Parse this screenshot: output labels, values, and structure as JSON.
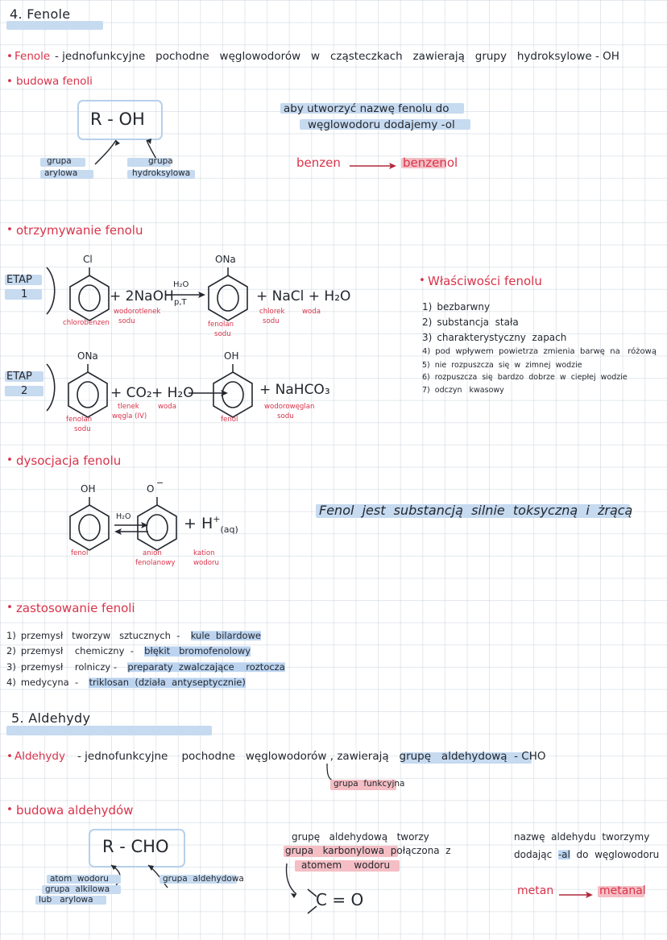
{
  "page": {
    "section4": {
      "heading": "4. Fenole",
      "definition_label": "Fenole",
      "definition_text": "- jednofunkcyjne   pochodne   węglowodorów   w   cząsteczkach   zawierają   grupy   hydroksylowe - OH",
      "structure_heading": "budowa fenoli",
      "formula": "R - OH",
      "label_left_line1": "grupa",
      "label_left_line2": "arylowa",
      "label_right_line1": "grupa",
      "label_right_line2": "hydroksylowa",
      "naming_note_line1": "aby utworzyć nazwę fenolu do",
      "naming_note_line2": "węglowodoru dodajemy -ol",
      "naming_example_from": "benzen",
      "naming_example_to": "benzenol"
    },
    "preparation": {
      "heading": "otrzymywanie fenolu",
      "stage1": {
        "label_line1": "ETAP",
        "label_line2": "1",
        "ring1_top": "Cl",
        "ring1_caption": "chlorobenzen",
        "reagent": "+ 2NaOH",
        "reagent_caption_line1": "wodorotlenek",
        "reagent_caption_line2": "sodu",
        "arrow_top": "H₂O",
        "arrow_bottom": "p,T",
        "ring2_top": "ONa",
        "ring2_caption_line1": "fenolan",
        "ring2_caption_line2": "sodu",
        "products": "+ NaCl + H₂O",
        "product1_caption_line1": "chlorek",
        "product1_caption_line2": "sodu",
        "product2_caption": "woda"
      },
      "stage2": {
        "label_line1": "ETAP",
        "label_line2": "2",
        "ring1_top": "ONa",
        "ring1_caption_line1": "fenolan",
        "ring1_caption_line2": "sodu",
        "reagent1": "+ CO₂",
        "reagent1_caption_line1": "tlenek",
        "reagent1_caption_line2": "węgla (IV)",
        "reagent2": "+ H₂O",
        "reagent2_caption": "woda",
        "ring2_top": "OH",
        "ring2_caption": "fenol",
        "product": "+ NaHCO₃",
        "product_caption_line1": "wodorowęglan",
        "product_caption_line2": "sodu"
      }
    },
    "properties": {
      "heading": "Właściwości fenolu",
      "items": [
        {
          "num": "1)",
          "text": "bezbarwny"
        },
        {
          "num": "2)",
          "text": "substancja  stała"
        },
        {
          "num": "3)",
          "text": "charakterystyczny  zapach"
        },
        {
          "num": "4)",
          "text": "pod  wpływem  powietrza  zmienia  barwę  na   różową"
        },
        {
          "num": "5)",
          "text": "nie  rozpuszcza  się  w  zimnej  wodzie"
        },
        {
          "num": "6)",
          "text": "rozpuszcza  się  bardzo  dobrze  w  ciepłej  wodzie"
        },
        {
          "num": "7)",
          "text": "odczyn   kwasowy"
        }
      ]
    },
    "dissociation": {
      "heading": "dysocjacja fenolu",
      "ring1_top": "OH",
      "ring1_caption": "fenol",
      "arrow_label": "H₂O",
      "ring2_top": "O",
      "ring2_top_charge": "−",
      "ring2_caption_line1": "anion",
      "ring2_caption_line2": "fenolanowy",
      "ion": "+ H",
      "ion_sup": "+",
      "ion_sub": "(aq)",
      "ion_caption_line1": "kation",
      "ion_caption_line2": "wodoru",
      "warning": "Fenol  jest  substancją  silnie  toksyczną  i  żrącą"
    },
    "uses": {
      "heading": "zastosowanie fenoli",
      "items": [
        {
          "num": "1)",
          "plain": "przemysł   tworzyw   sztucznych  -  ",
          "hl": "kule  bilardowe"
        },
        {
          "num": "2)",
          "plain": "przemysł    chemiczny  -  ",
          "hl": "błękit   bromofenolowy"
        },
        {
          "num": "3)",
          "plain": "przemysł    rolniczy -  ",
          "hl": "preparaty  zwalczające    roztocza"
        },
        {
          "num": "4)",
          "plain": "medycyna  -  ",
          "hl": "triklosan  (działa  antyseptycznie)"
        }
      ]
    },
    "section5": {
      "heading": "5. Aldehydy",
      "definition_label": "Aldehydy",
      "definition_text": "- jednofunkcyjne    pochodne   węglowodorów , zawierają   grupę   aldehydową  - CHO",
      "functional_group_note": "grupa  funkcyjna",
      "structure_heading": "budowa aldehydów",
      "formula": "R - CHO",
      "label_left_line1": "atom  wodoru",
      "label_left_line2": "grupa  alkilowa",
      "label_left_line3": "lub   arylowa",
      "label_right": "grupa  aldehydowa",
      "carbonyl_note_line1": "grupę   aldehydową   tworzy",
      "carbonyl_note_line2": "grupa   karbonylowa  połączona  z",
      "carbonyl_note_line3": "atomem    wodoru",
      "carbonyl_formula": "C = O",
      "naming_note_line1": "nazwę  aldehydu  tworzymy",
      "naming_note_line2_a": "dodając  ",
      "naming_note_line2_hl": "-al",
      "naming_note_line2_b": "  do  węglowodoru",
      "naming_example_from": "metan",
      "naming_example_to": "metanal"
    }
  },
  "colors": {
    "ink": "#23272e",
    "red": "#d8334a",
    "highlight_blue": "#b0cdee",
    "highlight_pink": "#f4bec4",
    "grid": "#b9c6d2"
  }
}
